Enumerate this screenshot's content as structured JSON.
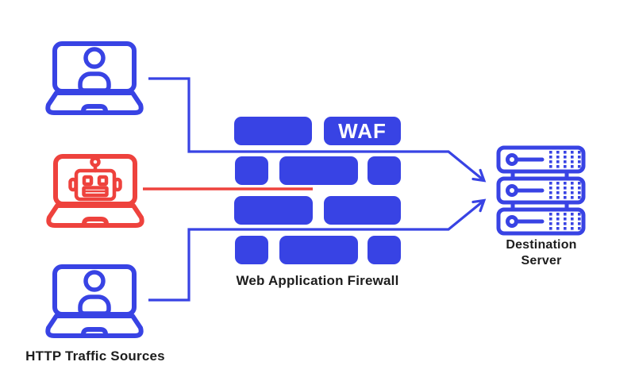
{
  "title": "Web Application Firewall diagram",
  "colors": {
    "blue": "#3843e4",
    "red": "#ee423d",
    "text": "#1d1d1d",
    "white": "#ffffff",
    "background": "#ffffff"
  },
  "labels": {
    "waf_badge": "WAF",
    "firewall": "Web Application Firewall",
    "traffic_sources": "HTTP Traffic Sources",
    "destination": "Destination Server"
  },
  "diagram": {
    "type": "flow",
    "nodes": [
      {
        "id": "user-laptop-top",
        "kind": "laptop-with-user",
        "color": "blue",
        "status": "allowed"
      },
      {
        "id": "bot-laptop",
        "kind": "laptop-with-bot",
        "color": "red",
        "status": "blocked"
      },
      {
        "id": "user-laptop-bottom",
        "kind": "laptop-with-user",
        "color": "blue",
        "status": "allowed"
      },
      {
        "id": "waf-wall",
        "kind": "brick-wall",
        "label": "WAF"
      },
      {
        "id": "destination-server",
        "kind": "server-stack",
        "label": "Destination Server"
      }
    ],
    "flows": [
      {
        "from": "user-laptop-top",
        "to": "destination-server",
        "result": "passes-through-firewall",
        "color": "blue"
      },
      {
        "from": "bot-laptop",
        "to": "waf-wall",
        "result": "blocked-at-firewall",
        "color": "red"
      },
      {
        "from": "user-laptop-bottom",
        "to": "destination-server",
        "result": "passes-through-firewall",
        "color": "blue"
      }
    ]
  }
}
